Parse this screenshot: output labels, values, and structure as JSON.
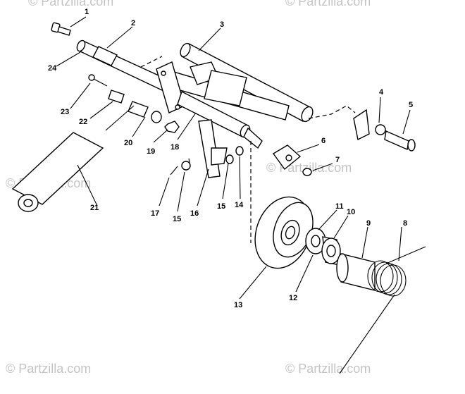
{
  "watermark": "© Partzilla.com",
  "callouts": [
    "1",
    "2",
    "3",
    "4",
    "5",
    "6",
    "7",
    "8",
    "9",
    "10",
    "11",
    "12",
    "13",
    "14",
    "15",
    "15",
    "16",
    "17",
    "18",
    "19",
    "20",
    "21",
    "22",
    "23",
    "24"
  ]
}
